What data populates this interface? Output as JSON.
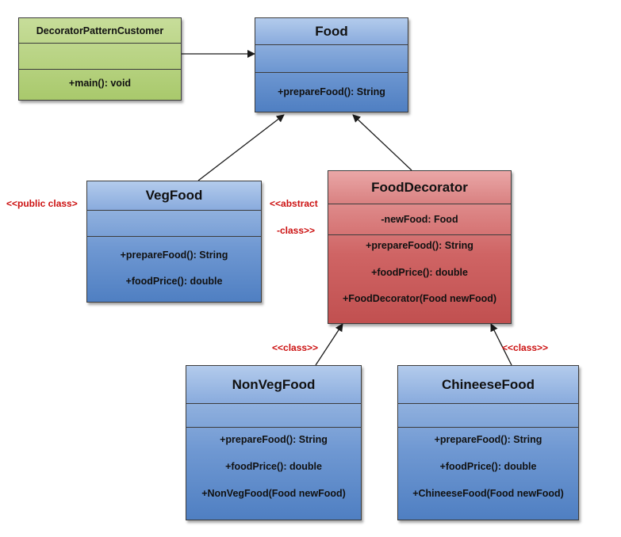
{
  "classes": {
    "customer": {
      "name": "DecoratorPatternCustomer",
      "methods": [
        "+main(): void"
      ]
    },
    "food": {
      "name": "Food",
      "methods": [
        "+prepareFood(): String"
      ]
    },
    "vegfood": {
      "name": "VegFood",
      "methods": [
        "+prepareFood(): String",
        "+foodPrice(): double"
      ]
    },
    "fooddecorator": {
      "name": "FoodDecorator",
      "attributes": [
        "-newFood: Food"
      ],
      "methods": [
        "+prepareFood(): String",
        "+foodPrice(): double",
        "+FoodDecorator(Food newFood)"
      ]
    },
    "nonvegfood": {
      "name": "NonVegFood",
      "methods": [
        "+prepareFood(): String",
        "+foodPrice(): double",
        "+NonVegFood(Food newFood)"
      ]
    },
    "chineesefood": {
      "name": "ChineeseFood",
      "methods": [
        "+prepareFood(): String",
        "+foodPrice(): double",
        "+ChineeseFood(Food newFood)"
      ]
    }
  },
  "stereotypes": {
    "vegfood": "<<public class>",
    "fooddecorator_line1": "<<abstract",
    "fooddecorator_line2": "-class>>",
    "nonvegfood": "<<class>>",
    "chineesefood": "<<class>>"
  },
  "colors": {
    "uml_blue": "#6f98d2",
    "uml_green": "#a9c96c",
    "uml_red": "#cf6464",
    "stereotype_red": "#cc1111",
    "connector": "#1a1a1a"
  }
}
